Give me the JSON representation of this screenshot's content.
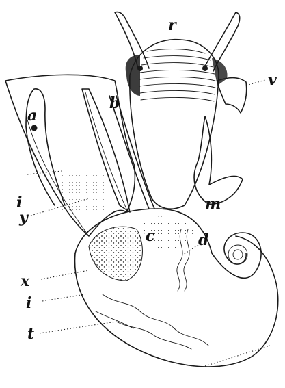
{
  "figure": {
    "labels": {
      "a": "a",
      "b": "b",
      "r": "r",
      "v": "v",
      "i_upper": "i",
      "m": "m",
      "y": "y",
      "c": "c",
      "d": "d",
      "x": "x",
      "i_lower": "i",
      "t": "t"
    }
  }
}
